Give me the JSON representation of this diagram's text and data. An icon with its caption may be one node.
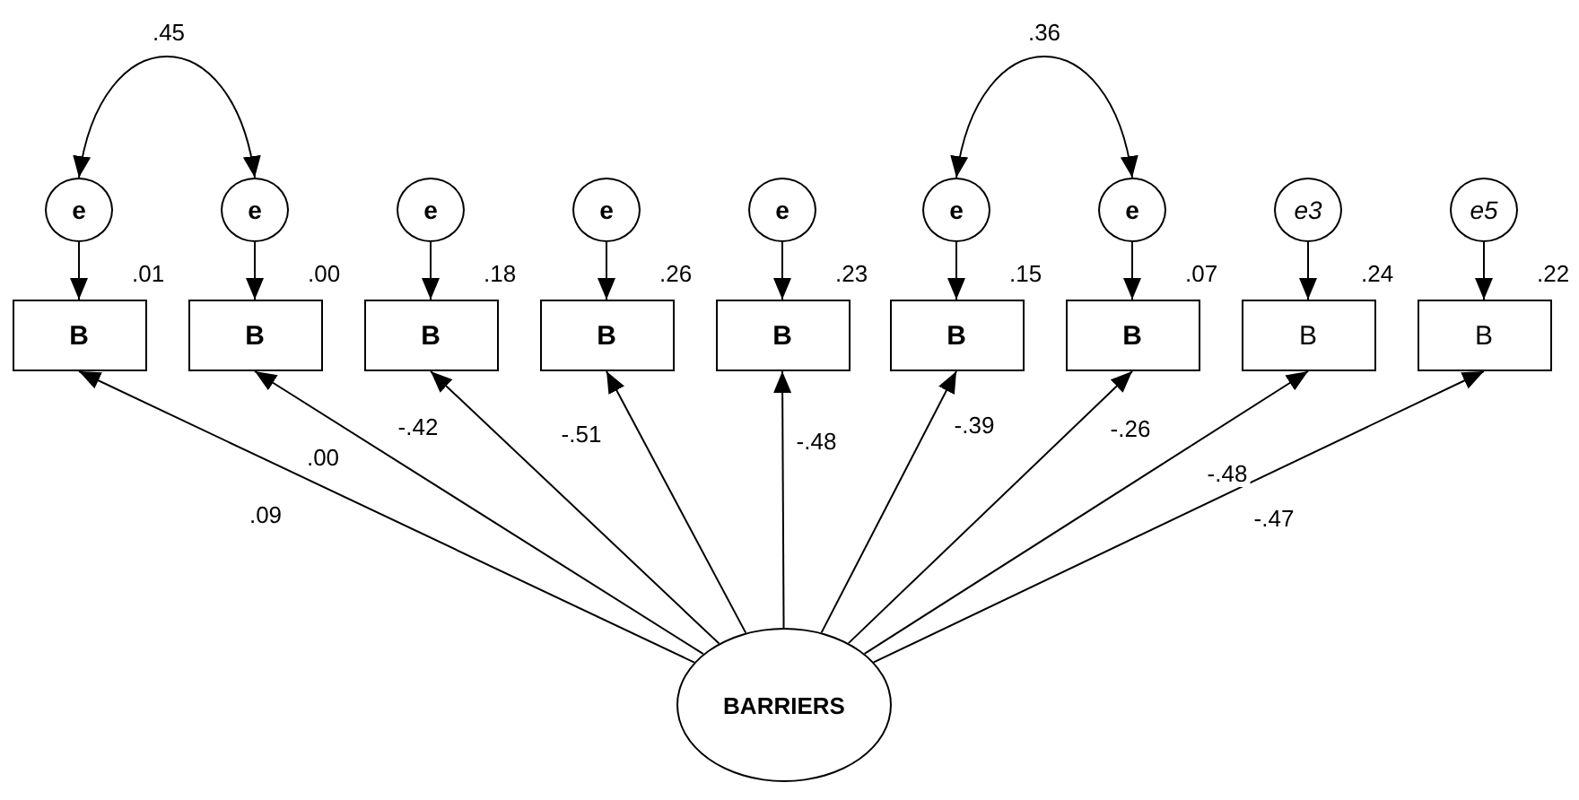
{
  "diagram": {
    "nodes": [
      {
        "text": [
          "e"
        ]
      },
      {
        "text": [
          "e"
        ]
      },
      {
        "text": [
          "e"
        ]
      },
      {
        "text": [
          "e"
        ]
      },
      {
        "text": [
          "e"
        ]
      },
      {
        "text": [
          "e"
        ]
      },
      {
        "text": [
          "e"
        ]
      },
      {
        "text": [
          "e3"
        ]
      },
      {
        "text": [
          "e5"
        ]
      },
      {
        "text": [
          "B"
        ],
        "beside": [
          ".01"
        ]
      },
      {
        "text": [
          "B"
        ],
        "beside": [
          ".00"
        ]
      },
      {
        "text": [
          "B"
        ],
        "beside": [
          ".18"
        ]
      },
      {
        "text": [
          "B"
        ],
        "beside": [
          ".26"
        ]
      },
      {
        "text": [
          "B"
        ],
        "beside": [
          ".23"
        ]
      },
      {
        "text": [
          "B"
        ],
        "beside": [
          ".15"
        ]
      },
      {
        "text": [
          "B"
        ],
        "beside": [
          ".07"
        ]
      },
      {
        "text": [
          "B"
        ],
        "beside": [
          ".24"
        ]
      },
      {
        "text": [
          "B"
        ],
        "beside": [
          ".22"
        ]
      },
      {
        "text": [
          "BARRIERS"
        ]
      }
    ],
    "edges": [
      {
        "from": 0,
        "to": 1,
        "arrow": "both",
        "label": ".45"
      },
      {
        "from": 5,
        "to": 6,
        "arrow": "both",
        "label": ".36"
      },
      {
        "from": 0,
        "to": 9,
        "arrow": "to"
      },
      {
        "from": 1,
        "to": 10,
        "arrow": "to"
      },
      {
        "from": 2,
        "to": 11,
        "arrow": "to"
      },
      {
        "from": 3,
        "to": 12,
        "arrow": "to"
      },
      {
        "from": 4,
        "to": 13,
        "arrow": "to"
      },
      {
        "from": 5,
        "to": 14,
        "arrow": "to"
      },
      {
        "from": 6,
        "to": 15,
        "arrow": "to"
      },
      {
        "from": 7,
        "to": 16,
        "arrow": "to"
      },
      {
        "from": 8,
        "to": 17,
        "arrow": "to"
      },
      {
        "from": 18,
        "to": 9,
        "arrow": "to",
        "label": ".09"
      },
      {
        "from": 18,
        "to": 10,
        "arrow": "to",
        "label": ".00"
      },
      {
        "from": 18,
        "to": 11,
        "arrow": "to",
        "label": "-.42"
      },
      {
        "from": 18,
        "to": 12,
        "arrow": "to",
        "label": "-.51"
      },
      {
        "from": 18,
        "to": 13,
        "arrow": "to",
        "label": "-.48"
      },
      {
        "from": 18,
        "to": 14,
        "arrow": "to",
        "label": "-.39"
      },
      {
        "from": 18,
        "to": 15,
        "arrow": "to",
        "label": "-.26"
      },
      {
        "from": 18,
        "to": 16,
        "arrow": "to",
        "label": "-.48"
      },
      {
        "from": 18,
        "to": 17,
        "arrow": "to",
        "label": "-.47"
      }
    ]
  }
}
